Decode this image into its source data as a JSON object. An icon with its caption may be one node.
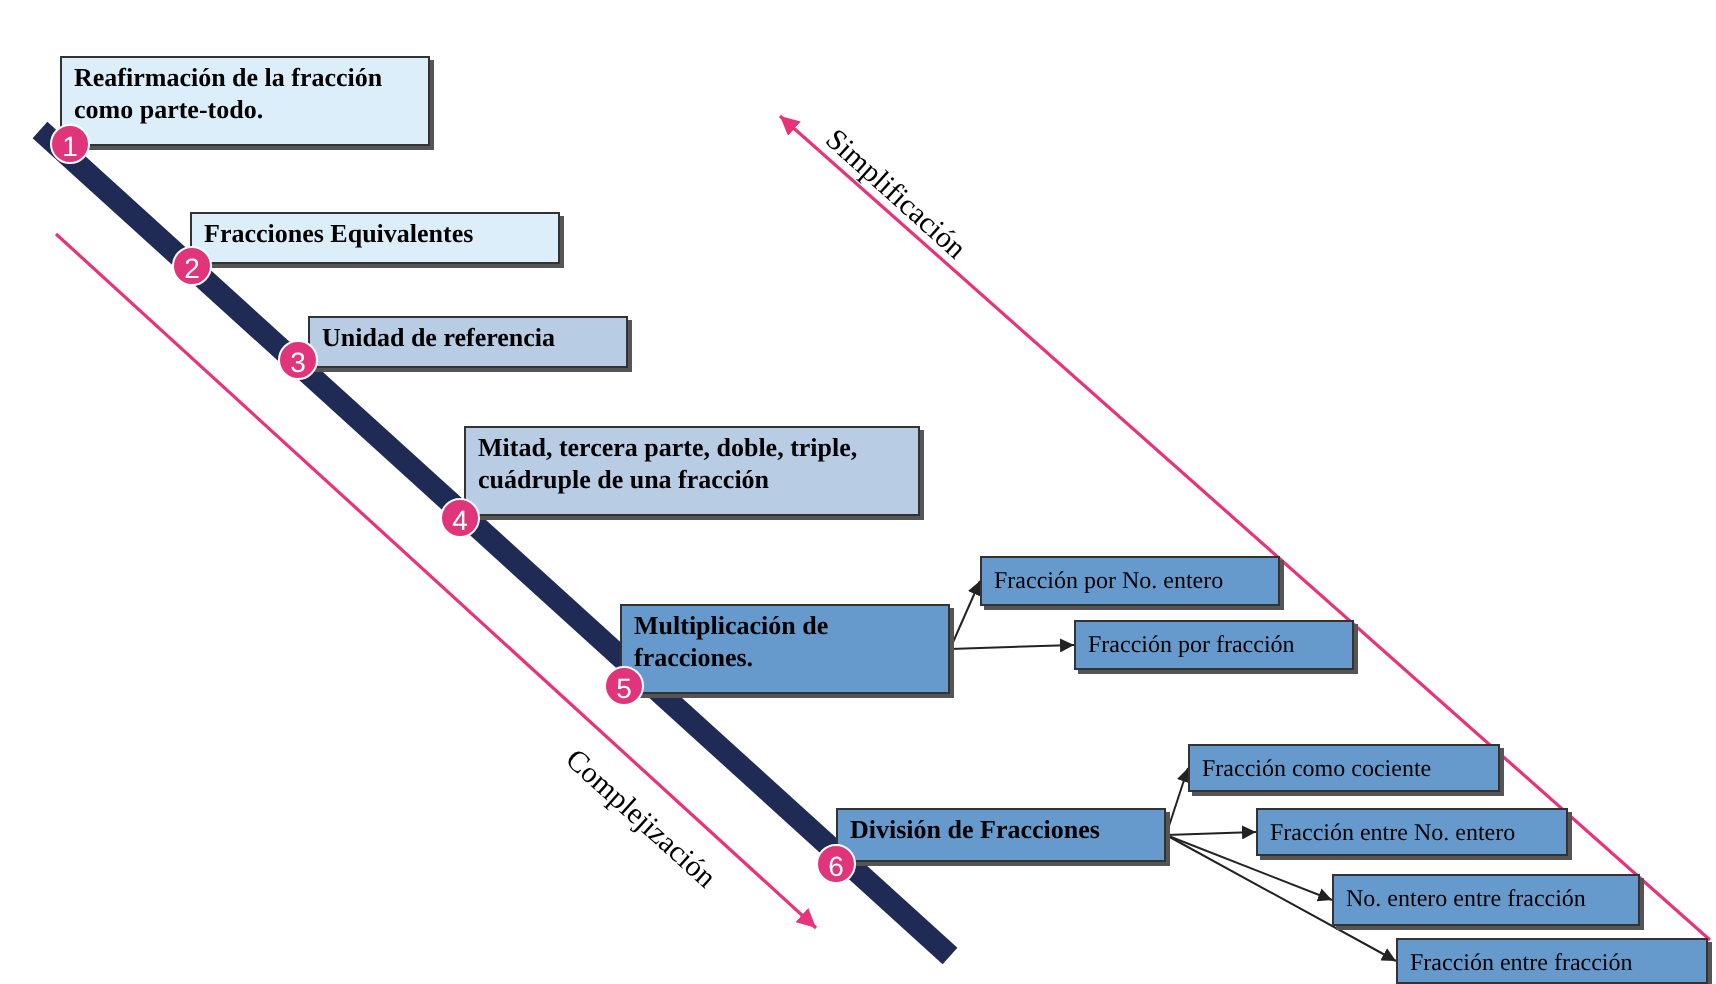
{
  "diagram": {
    "nodes": [
      {
        "text": [
          "Reafirmación de la fracción como parte-todo."
        ]
      },
      {
        "text": [
          "1"
        ]
      },
      {
        "text": [
          "Fracciones Equivalentes"
        ]
      },
      {
        "text": [
          "2"
        ]
      },
      {
        "text": [
          "Unidad de referencia"
        ]
      },
      {
        "text": [
          "3"
        ]
      },
      {
        "text": [
          "Mitad, tercera parte, doble, triple, cuádruple de una fracción"
        ]
      },
      {
        "text": [
          "4"
        ]
      },
      {
        "text": [
          "Multiplicación de fracciones."
        ]
      },
      {
        "text": [
          "5"
        ]
      },
      {
        "text": [
          "Fracción por No. entero"
        ]
      },
      {
        "text": [
          "Fracción por fracción"
        ]
      },
      {
        "text": [
          "División de Fracciones"
        ]
      },
      {
        "text": [
          "6"
        ]
      },
      {
        "text": [
          "Fracción como cociente"
        ]
      },
      {
        "text": [
          "Fracción entre No. entero"
        ]
      },
      {
        "text": [
          "No. entero entre fracción"
        ]
      },
      {
        "text": [
          "Fracción entre fracción"
        ]
      }
    ],
    "edges": [
      {
        "from": 8,
        "to": 10,
        "arrow": "to"
      },
      {
        "from": 8,
        "to": 11,
        "arrow": "to"
      },
      {
        "from": 12,
        "to": 14,
        "arrow": "to"
      },
      {
        "from": 12,
        "to": 15,
        "arrow": "to"
      },
      {
        "from": 12,
        "to": 16,
        "arrow": "to"
      },
      {
        "from": 12,
        "to": 17,
        "arrow": "to"
      }
    ],
    "labels": [
      "Simplificación",
      "Complejización"
    ]
  }
}
